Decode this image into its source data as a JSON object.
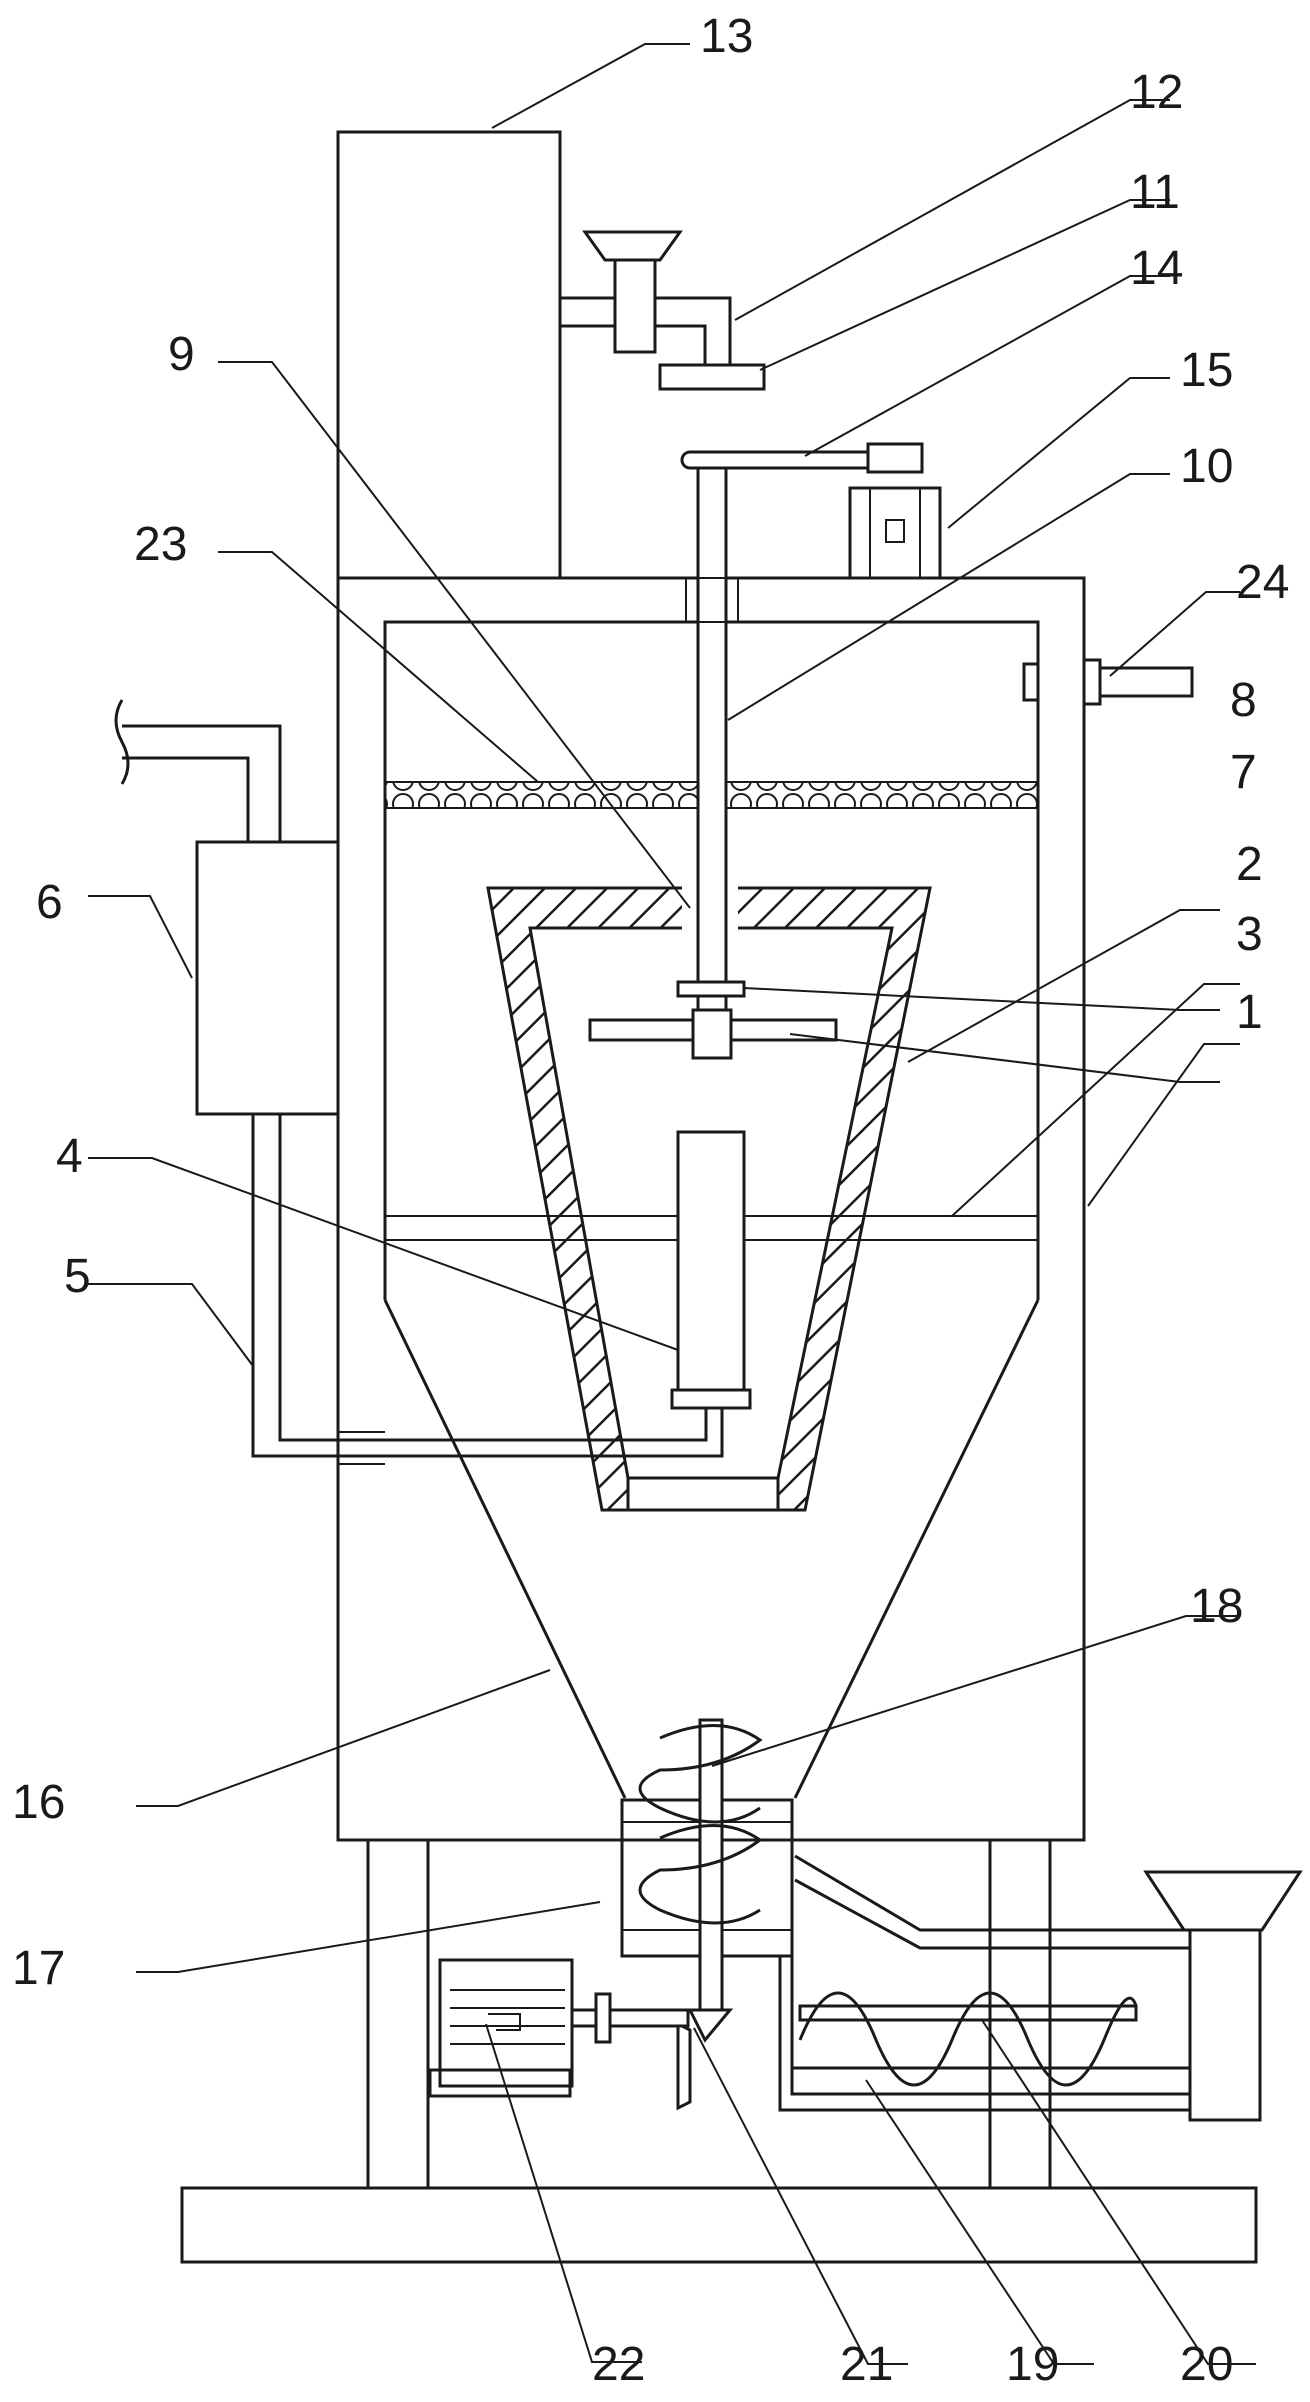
{
  "callouts": [
    {
      "id": "c13",
      "text": "13"
    },
    {
      "id": "c12",
      "text": "12"
    },
    {
      "id": "c11",
      "text": "11"
    },
    {
      "id": "c14",
      "text": "14"
    },
    {
      "id": "c15",
      "text": "15"
    },
    {
      "id": "c10",
      "text": "10"
    },
    {
      "id": "c9",
      "text": "9"
    },
    {
      "id": "c23",
      "text": "23"
    },
    {
      "id": "c24",
      "text": "24"
    },
    {
      "id": "c8",
      "text": "8"
    },
    {
      "id": "c7",
      "text": "7"
    },
    {
      "id": "c6",
      "text": "6"
    },
    {
      "id": "c2",
      "text": "2"
    },
    {
      "id": "c3",
      "text": "3"
    },
    {
      "id": "c1",
      "text": "1"
    },
    {
      "id": "c4",
      "text": "4"
    },
    {
      "id": "c5",
      "text": "5"
    },
    {
      "id": "c18",
      "text": "18"
    },
    {
      "id": "c16",
      "text": "16"
    },
    {
      "id": "c17",
      "text": "17"
    },
    {
      "id": "c22",
      "text": "22"
    },
    {
      "id": "c21",
      "text": "21"
    },
    {
      "id": "c19",
      "text": "19"
    },
    {
      "id": "c20",
      "text": "20"
    }
  ]
}
